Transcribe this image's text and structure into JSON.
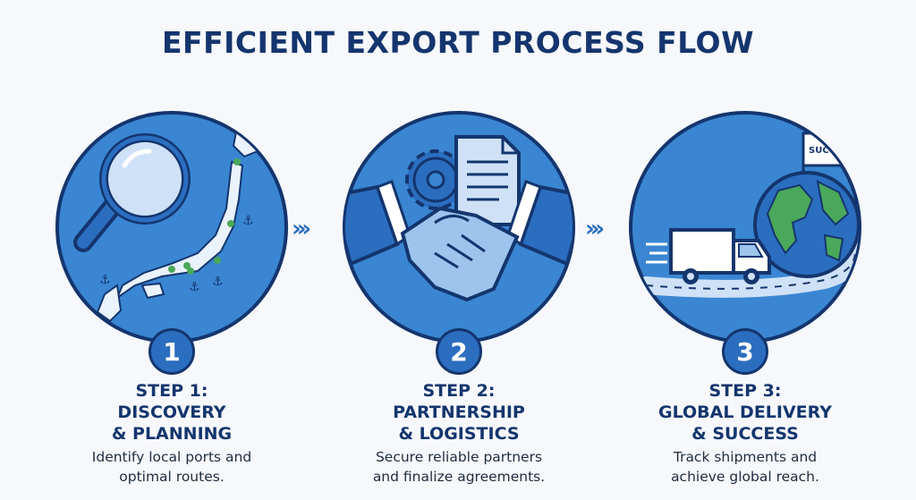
{
  "title": "EFFICIENT EXPORT PROCESS FLOW",
  "arrow_glyph": "›››",
  "steps": [
    {
      "number": "1",
      "title_line1": "STEP 1:",
      "title_line2": "DISCOVERY",
      "title_line3": "& PLANNING",
      "desc_line1": "Identify local ports and",
      "desc_line2": "optimal routes.",
      "icon": "magnifier-japan-map-icon"
    },
    {
      "number": "2",
      "title_line1": "STEP 2:",
      "title_line2": "PARTNERSHIP",
      "title_line3": "& LOGISTICS",
      "desc_line1": "Secure reliable partners",
      "desc_line2": "and finalize agreements.",
      "icon": "handshake-document-gear-icon"
    },
    {
      "number": "3",
      "title_line1": "STEP 3:",
      "title_line2": "GLOBAL DELIVERY",
      "title_line3": "& SUCCESS",
      "desc_line1": "Track shipments and",
      "desc_line2": "achieve global reach.",
      "icon": "truck-globe-flag-icon",
      "flag_label": "SUCCESS"
    }
  ],
  "colors": {
    "navy": "#14356e",
    "blue": "#2b6ec0",
    "circle": "#3a86d2",
    "light": "#cfe1f6",
    "green": "#4aa85a"
  }
}
